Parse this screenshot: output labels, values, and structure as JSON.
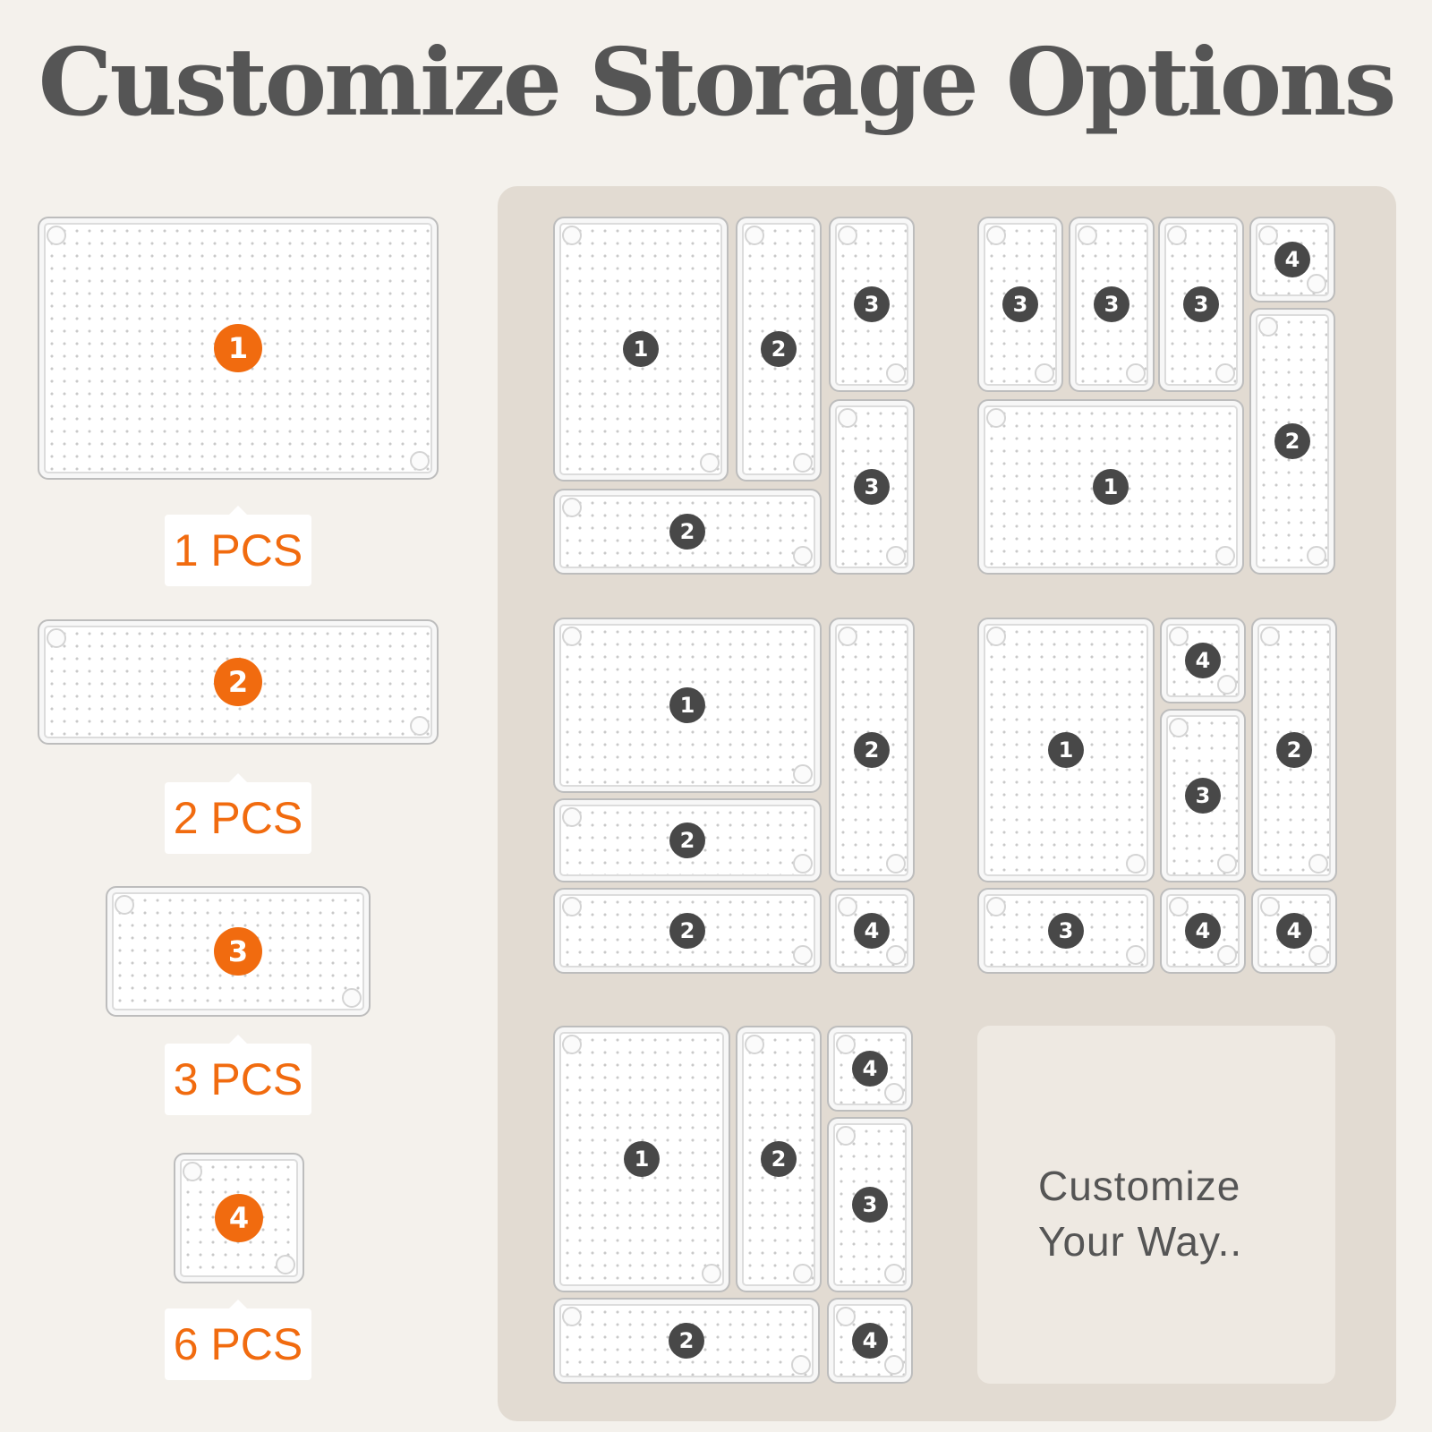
{
  "title": "Customize Storage Options",
  "legend": [
    {
      "number": "1",
      "quantity": "1 PCS"
    },
    {
      "number": "2",
      "quantity": "2 PCS"
    },
    {
      "number": "3",
      "quantity": "3 PCS"
    },
    {
      "number": "4",
      "quantity": "6 PCS"
    }
  ],
  "layout_a": [
    "1",
    "2",
    "3",
    "3",
    "2"
  ],
  "layout_b": [
    "3",
    "3",
    "3",
    "4",
    "2",
    "1"
  ],
  "layout_c": [
    "1",
    "2",
    "2",
    "2",
    "4"
  ],
  "layout_d": [
    "1",
    "4",
    "2",
    "3",
    "3",
    "4",
    "4"
  ],
  "layout_e": [
    "1",
    "2",
    "4",
    "3",
    "2",
    "4"
  ],
  "custom": {
    "line1": "Customize",
    "line2": "Your Way.."
  },
  "colors": {
    "accent": "#f16b0f",
    "badge": "#484848",
    "panel": "#e2dbd2",
    "background": "#f4f1ec",
    "title": "#555555"
  }
}
